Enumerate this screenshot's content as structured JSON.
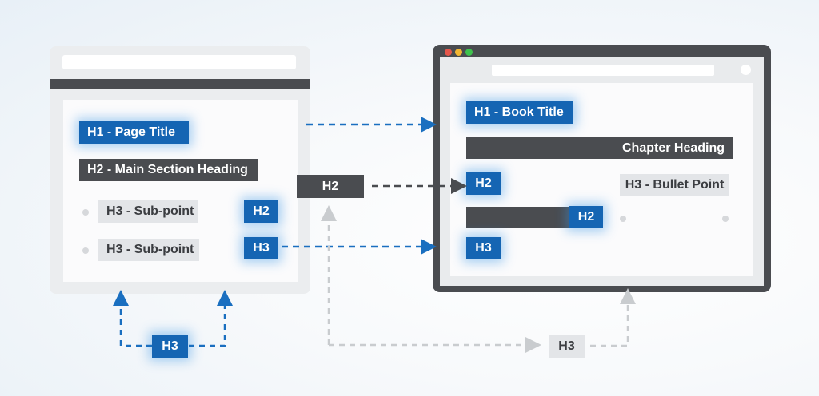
{
  "diagram": {
    "title": "Heading hierarchy mapping from web page to book layout",
    "colors": {
      "accent_blue": "#1565b3",
      "dark_gray": "#4a4c50",
      "light_gray": "#e3e5e8",
      "window_close": "#e5574b",
      "window_minimize": "#f2b632",
      "window_maximize": "#3fc24d",
      "connector_blue": "#1a6fc0",
      "connector_dark": "#4a4c50",
      "connector_light": "#c9cccf"
    },
    "left_window": {
      "kind": "web-page",
      "h1": "H1 - Page Title",
      "h2": "H2 - Main Section Heading",
      "h3_items": [
        "H3 - Sub-point",
        "H3 - Sub-point"
      ],
      "side_tags": [
        "H2",
        "H3"
      ]
    },
    "middle": {
      "h2_tag": "H2"
    },
    "right_window": {
      "kind": "book-layout",
      "h1": "H1 - Book Title",
      "chapter_heading": "Chapter Heading",
      "h2_tag": "H2",
      "h3_bullet": "H3 - Bullet Point",
      "h2_bar_tag": "H2",
      "h3_tag": "H3"
    },
    "bottom": {
      "left_h3_tag": "H3",
      "right_h3_tag": "H3"
    },
    "icons": {
      "window_controls": [
        "close-dot",
        "minimize-dot",
        "maximize-dot"
      ],
      "search": "search-circle-icon",
      "arrow": "arrow-head-icon"
    }
  }
}
